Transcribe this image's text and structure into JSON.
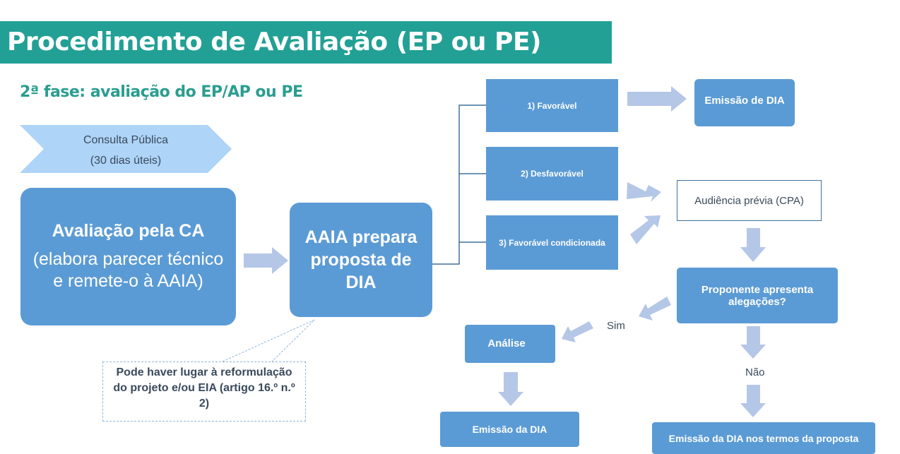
{
  "title": "Procedimento de Avaliação (EP ou PE)",
  "subtitle": "2ª fase: avaliação do EP/AP ou PE",
  "consulta": {
    "line1": "Consulta Pública",
    "line2": "(30 dias úteis)"
  },
  "ca": {
    "heading": "Avaliação pela CA",
    "body": "(elabora parecer técnico e remete-o à AAIA)"
  },
  "aaia": "AAIA prepara proposta de DIA",
  "callout": "Pode haver lugar à reformulação do projeto e/ou EIA (artigo 16.º n.º 2)",
  "outcomes": [
    "1) Favorável",
    "2) Desfavorável",
    "3) Favorável condicionada"
  ],
  "emissao_de_dia": "Emissão de DIA",
  "audiencia": "Audiência prévia (CPA)",
  "proponente": "Proponente apresenta alegações?",
  "sim": "Sim",
  "nao": "Não",
  "analise": "Análise",
  "emissao_da_dia": "Emissão da DIA",
  "emissao_termos": "Emissão da DIA nos termos da proposta",
  "colors": {
    "teal": "#22a095",
    "box": "#5b9bd5",
    "arrow": "#b4c7e7",
    "chevron": "#aed4f7"
  }
}
